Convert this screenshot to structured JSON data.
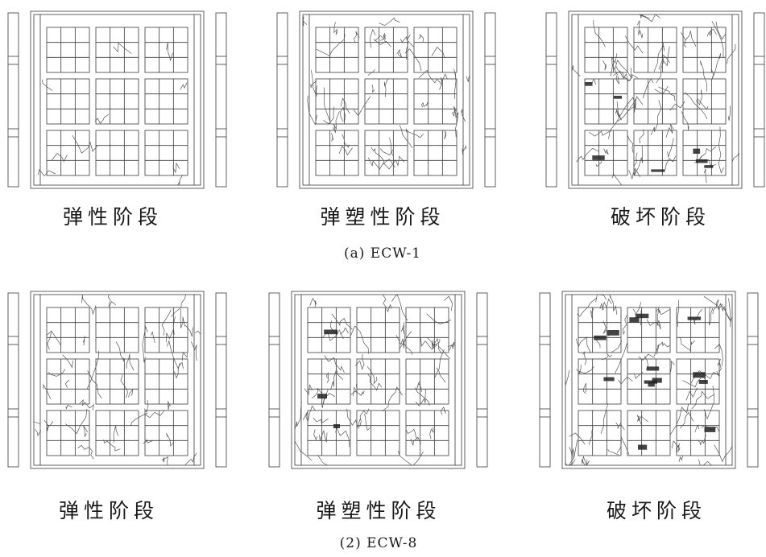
{
  "groups": [
    {
      "caption": "(a) ECW-1",
      "panels": [
        {
          "label": "弹性阶段",
          "cracks": 10,
          "damage": 0
        },
        {
          "label": "弹塑性阶段",
          "cracks": 48,
          "damage": 0
        },
        {
          "label": "破坏阶段",
          "cracks": 58,
          "damage": 7
        }
      ]
    },
    {
      "caption": "(2) ECW-8",
      "panels": [
        {
          "label": "弹性阶段",
          "cracks": 45,
          "damage": 0
        },
        {
          "label": "弹塑性阶段",
          "cracks": 55,
          "damage": 3
        },
        {
          "label": "破坏阶段",
          "cracks": 70,
          "damage": 14
        }
      ]
    }
  ],
  "colors": {
    "line": "#3a3a3a",
    "crack": "#555555",
    "damage": "#222222"
  }
}
